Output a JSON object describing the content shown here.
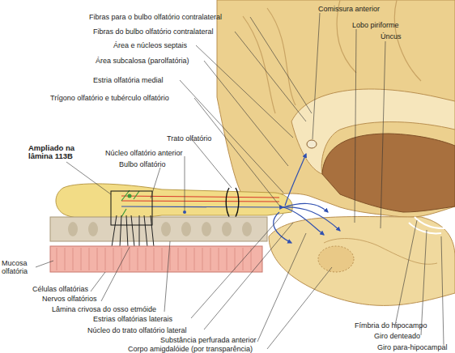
{
  "diagram": {
    "labels": [
      "Fibras para o bulbo olfatório contralateral",
      "Fibras do bulbo olfatório contralateral",
      "Área e núcleos septais",
      "Área subcalosa (parolfatória)",
      "Estria olfatória medial",
      "Trígono olfatório e tubérculo olfatório",
      "Comissura anterior",
      "Lobo piriforme",
      "Úncus",
      "Ampliado na lâmina 113B",
      "Trato olfatório",
      "Núcleo olfatório anterior",
      "Bulbo olfatório",
      "Mucosa olfatória",
      "Células olfatórias",
      "Nervos olfatórios",
      "Lâmina crivosa do osso etmóide",
      "Estrias olfatórias laterais",
      "Núcleo do trato olfatório lateral",
      "Substância perfurada anterior",
      "Corpo amigdalóide (por transparência)",
      "Fímbria do hipocampo",
      "Giro denteado",
      "Giro para-hipocampal"
    ]
  }
}
